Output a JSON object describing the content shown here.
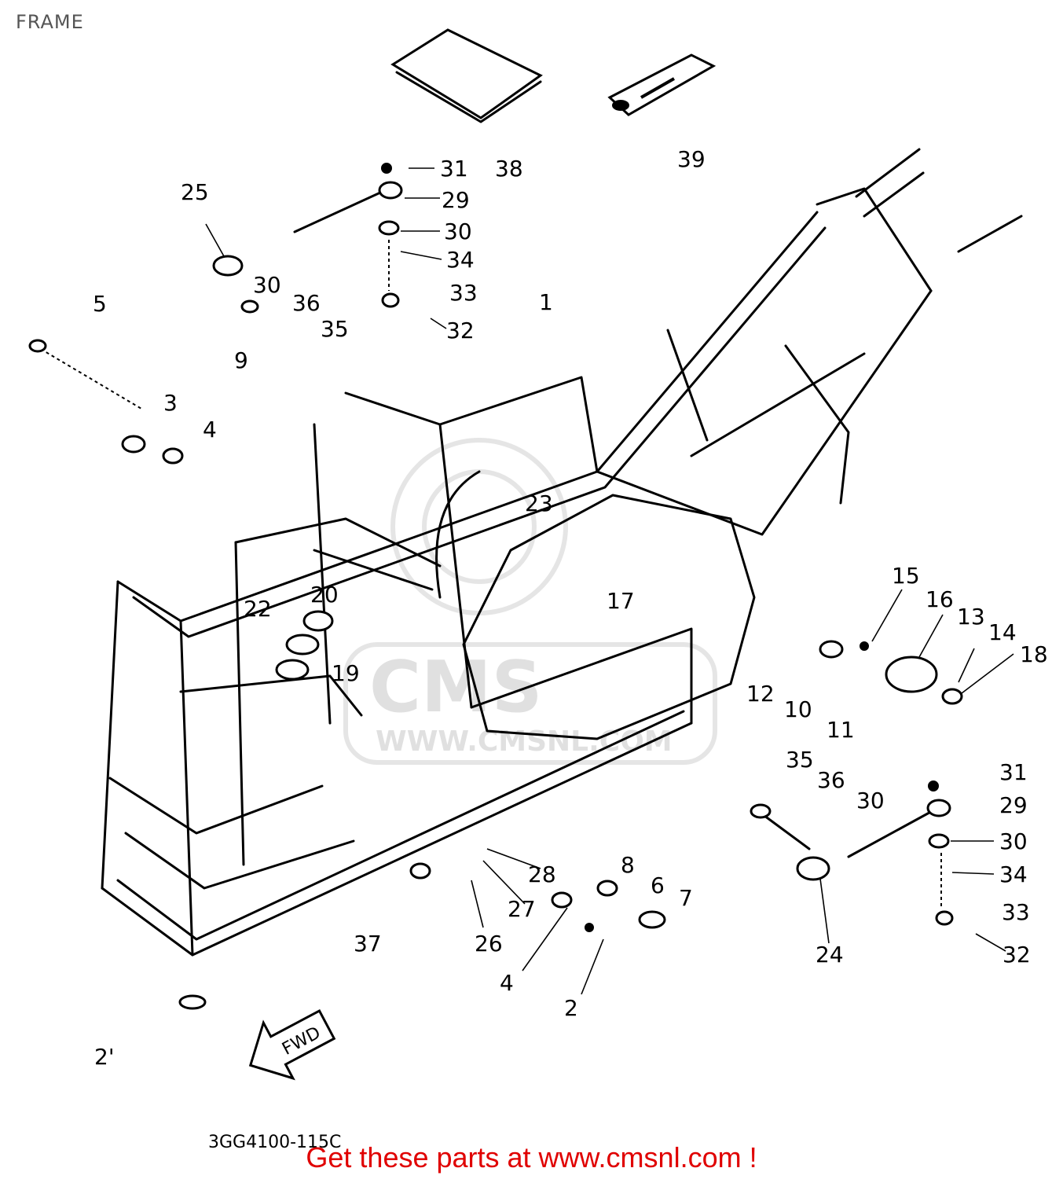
{
  "page_title": "FRAME",
  "drawing_number": "3GG4100-115C",
  "fwd_label": "FWD",
  "footer_link": "Get these parts at www.cmsnl.com !",
  "callouts": [
    {
      "id": "c1",
      "text": "1"
    },
    {
      "id": "c2a",
      "text": "2"
    },
    {
      "id": "c2b",
      "text": "2"
    },
    {
      "id": "c3",
      "text": "3"
    },
    {
      "id": "c4a",
      "text": "4"
    },
    {
      "id": "c4b",
      "text": "4"
    },
    {
      "id": "c5",
      "text": "5"
    },
    {
      "id": "c6",
      "text": "6"
    },
    {
      "id": "c7",
      "text": "7"
    },
    {
      "id": "c8",
      "text": "8"
    },
    {
      "id": "c9",
      "text": "9"
    },
    {
      "id": "c10",
      "text": "10"
    },
    {
      "id": "c11",
      "text": "11"
    },
    {
      "id": "c12",
      "text": "12"
    },
    {
      "id": "c13",
      "text": "13"
    },
    {
      "id": "c14",
      "text": "14"
    },
    {
      "id": "c15",
      "text": "15"
    },
    {
      "id": "c16",
      "text": "16"
    },
    {
      "id": "c17",
      "text": "17"
    },
    {
      "id": "c18",
      "text": "18"
    },
    {
      "id": "c19",
      "text": "19"
    },
    {
      "id": "c20",
      "text": "20"
    },
    {
      "id": "c22",
      "text": "22"
    },
    {
      "id": "c23",
      "text": "23"
    },
    {
      "id": "c24",
      "text": "24"
    },
    {
      "id": "c25",
      "text": "25"
    },
    {
      "id": "c26",
      "text": "26"
    },
    {
      "id": "c27",
      "text": "27"
    },
    {
      "id": "c28",
      "text": "28"
    },
    {
      "id": "c29a",
      "text": "29"
    },
    {
      "id": "c29b",
      "text": "29"
    },
    {
      "id": "c30a",
      "text": "30"
    },
    {
      "id": "c30b",
      "text": "30"
    },
    {
      "id": "c30c",
      "text": "30"
    },
    {
      "id": "c30d",
      "text": "30"
    },
    {
      "id": "c31a",
      "text": "31"
    },
    {
      "id": "c31b",
      "text": "31"
    },
    {
      "id": "c32a",
      "text": "32"
    },
    {
      "id": "c32b",
      "text": "32"
    },
    {
      "id": "c33a",
      "text": "33"
    },
    {
      "id": "c33b",
      "text": "33"
    },
    {
      "id": "c34a",
      "text": "34"
    },
    {
      "id": "c34b",
      "text": "34"
    },
    {
      "id": "c35a",
      "text": "35"
    },
    {
      "id": "c35b",
      "text": "35"
    },
    {
      "id": "c36a",
      "text": "36"
    },
    {
      "id": "c36b",
      "text": "36"
    },
    {
      "id": "c37",
      "text": "37"
    },
    {
      "id": "c38",
      "text": "38"
    },
    {
      "id": "c39",
      "text": "39"
    },
    {
      "id": "c21",
      "text": "2'"
    }
  ]
}
